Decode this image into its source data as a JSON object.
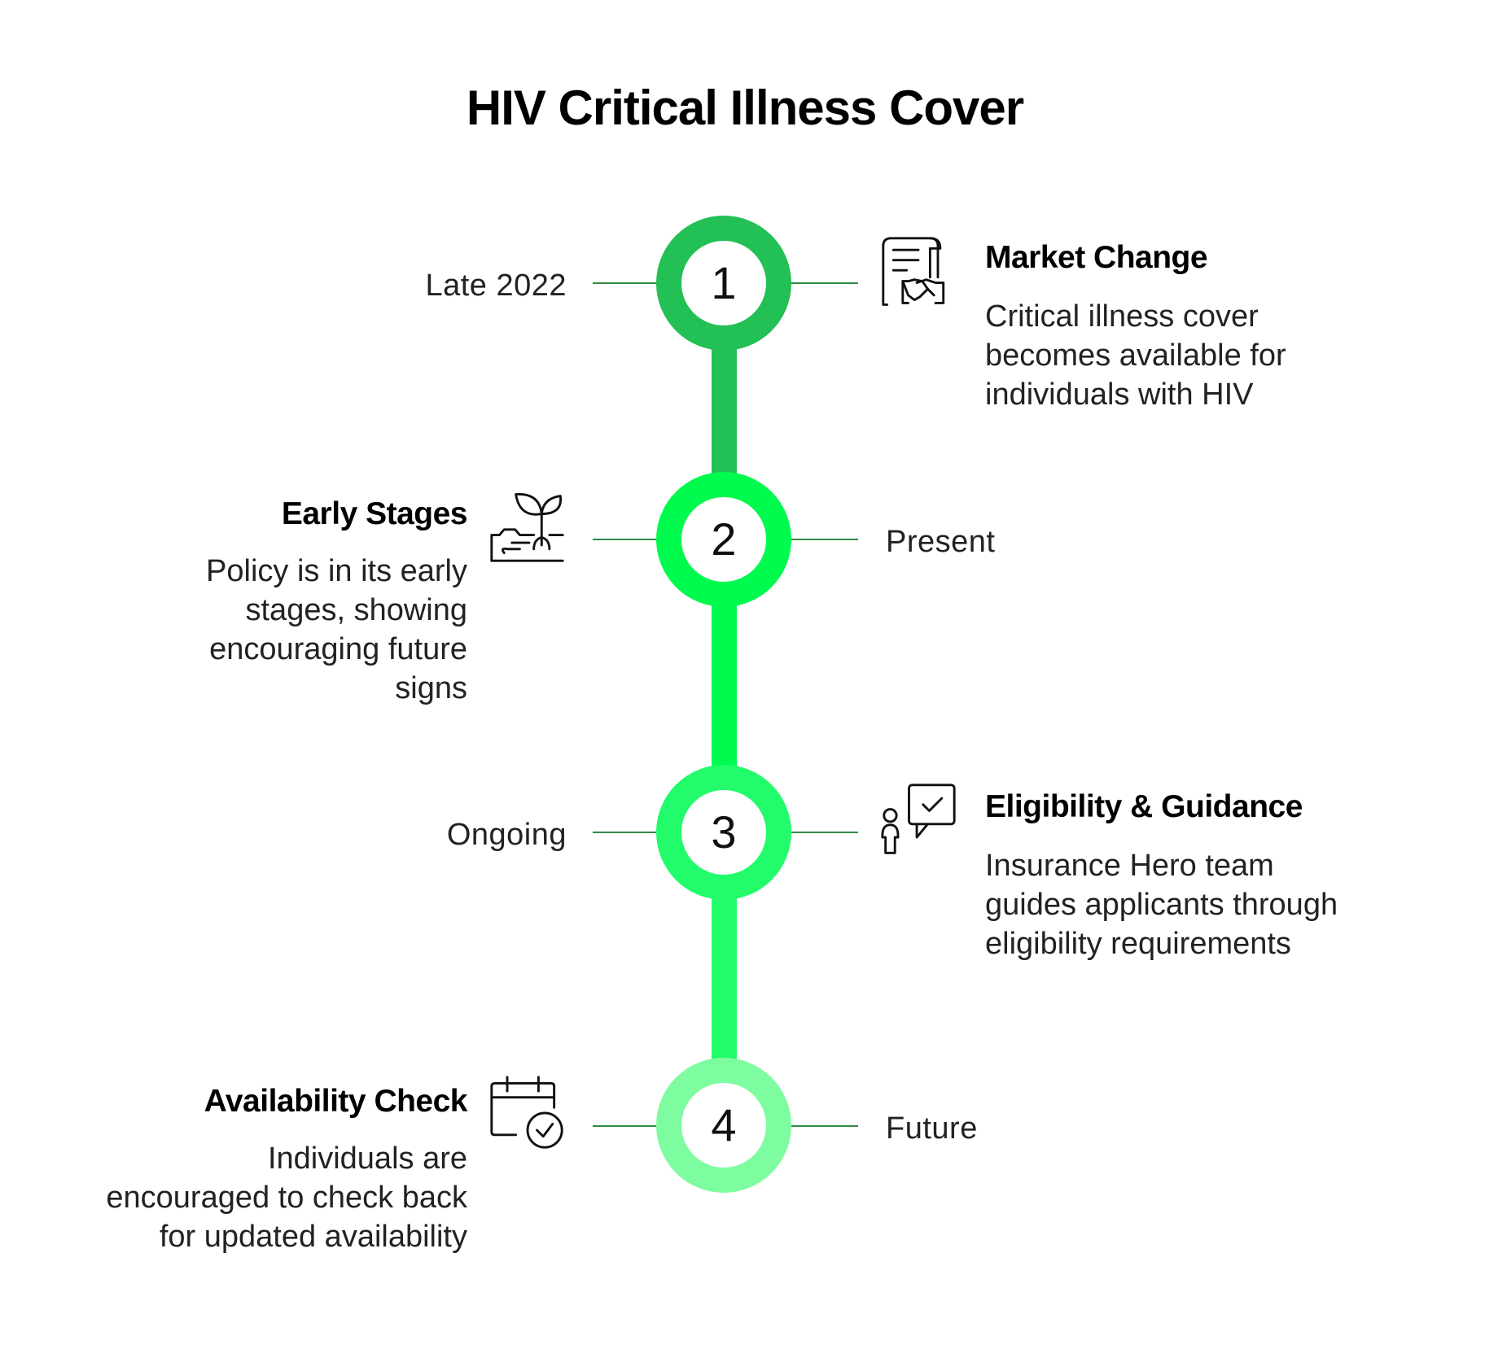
{
  "title": "HIV Critical Illness Cover",
  "colors": {
    "step1": "#22c055",
    "step2": "#00fb4f",
    "step3": "#22fc6b",
    "step4": "#7efca0",
    "connector": "#2e8b47"
  },
  "steps": [
    {
      "number": "1",
      "date": "Late 2022",
      "heading": "Market Change",
      "description": "Critical illness cover becomes available for individuals with HIV",
      "icon": "document-handshake-icon",
      "side": "right"
    },
    {
      "number": "2",
      "date": "Present",
      "heading": "Early Stages",
      "description": "Policy is in its early stages, showing encouraging future signs",
      "icon": "sprout-icon",
      "side": "left"
    },
    {
      "number": "3",
      "date": "Ongoing",
      "heading": "Eligibility & Guidance",
      "description": "Insurance Hero team guides applicants through eligibility requirements",
      "icon": "person-chat-check-icon",
      "side": "right"
    },
    {
      "number": "4",
      "date": "Future",
      "heading": "Availability Check",
      "description": "Individuals are encouraged to check back for updated availability",
      "icon": "calendar-check-icon",
      "side": "left"
    }
  ]
}
